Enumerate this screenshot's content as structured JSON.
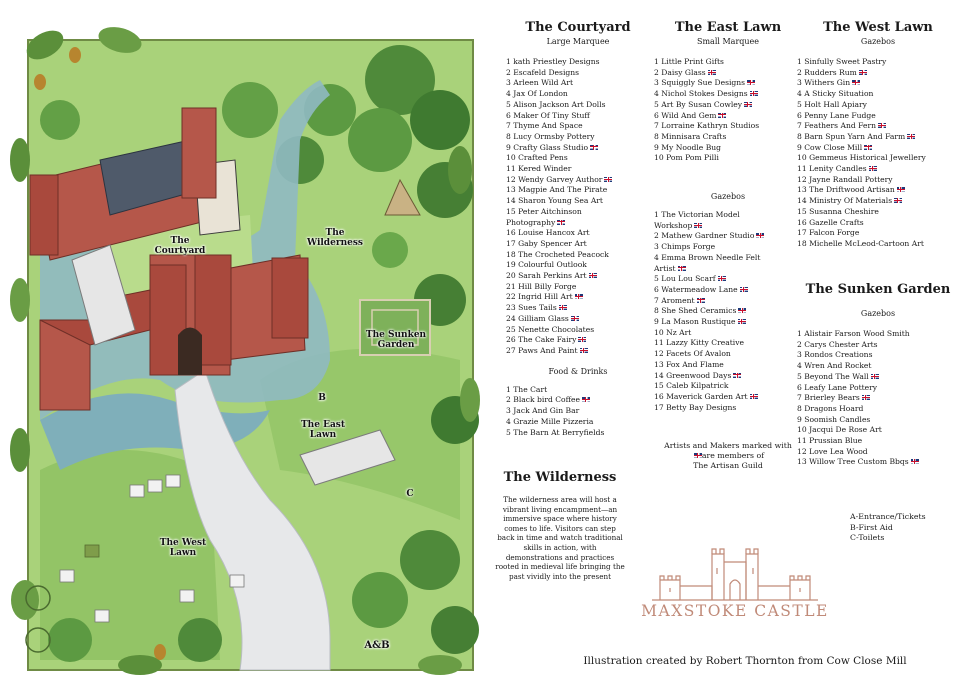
{
  "map": {
    "labels": {
      "courtyard": "The Courtyard",
      "wilderness": "The Wilderness",
      "sunken": "The Sunken Garden",
      "east": "The East Lawn",
      "west": "The West Lawn",
      "marker_b": "B",
      "marker_c": "C",
      "signature": "A&B"
    }
  },
  "courtyard": {
    "title": "The Courtyard",
    "subtitle": "Large Marquee",
    "items": [
      {
        "text": "1 kath Priestley Designs",
        "flag": false
      },
      {
        "text": "2 Escafeld Designs",
        "flag": false
      },
      {
        "text": "3 Arleen Wild Art",
        "flag": false
      },
      {
        "text": "4 Jax Of London",
        "flag": false
      },
      {
        "text": "5 Alison Jackson Art Dolls",
        "flag": false
      },
      {
        "text": "6 Maker Of Tiny Stuff",
        "flag": false
      },
      {
        "text": "7 Thyme And Space",
        "flag": false
      },
      {
        "text": "8 Lucy Ormsby Pottery",
        "flag": false
      },
      {
        "text": "9 Crafty Glass Studio",
        "flag": true
      },
      {
        "text": "10 Crafted Pens",
        "flag": false
      },
      {
        "text": "11 Kered Winder",
        "flag": false
      },
      {
        "text": "12 Wendy Garvey Author",
        "flag": true
      },
      {
        "text": "13 Magpie And The Pirate",
        "flag": false
      },
      {
        "text": "14 Sharon Young Sea Art",
        "flag": false
      },
      {
        "text": "15 Peter Aitchinson",
        "flag": false
      },
      {
        "text": "Photography",
        "flag": true
      },
      {
        "text": "16 Louise Hancox Art",
        "flag": false
      },
      {
        "text": "17 Gaby Spencer Art",
        "flag": false
      },
      {
        "text": "18 The Crocheted Peacock",
        "flag": false
      },
      {
        "text": "19 Colourful Outlook",
        "flag": false
      },
      {
        "text": "20 Sarah Perkins Art",
        "flag": true
      },
      {
        "text": "21 Hill Billy Forge",
        "flag": false
      },
      {
        "text": "22 Ingrid Hill Art",
        "flag": true
      },
      {
        "text": "23 Sues Tails",
        "flag": true
      },
      {
        "text": "24 Gilliam Glass",
        "flag": true
      },
      {
        "text": "25 Nenette Chocolates",
        "flag": false
      },
      {
        "text": "26 The Cake Fairy",
        "flag": true
      },
      {
        "text": "27 Paws And Paint",
        "flag": true
      }
    ],
    "food_heading": "Food & Drinks",
    "food_items": [
      {
        "text": "1 The Cart",
        "flag": false
      },
      {
        "text": "2 Black bird Coffee",
        "flag": true
      },
      {
        "text": "3 Jack And Gin Bar",
        "flag": false
      },
      {
        "text": "4 Grazie Mille Pizzeria",
        "flag": false
      },
      {
        "text": "5 The Barn At Berryfields",
        "flag": false
      }
    ]
  },
  "wilderness": {
    "title": "The Wilderness",
    "description": "The wilderness area will host a vibrant living encampment—an immersive space where history comes to life. Visitors can step back in time and watch traditional skills in action, with demonstrations and practices rooted in medieval life bringing the past vividly into the present"
  },
  "east_lawn": {
    "title": "The East Lawn",
    "subtitle": "Small Marquee",
    "items": [
      {
        "text": "1 Little Print Gifts",
        "flag": false
      },
      {
        "text": "2 Daisy Glass",
        "flag": true
      },
      {
        "text": "3 Squiggly Sue Designs",
        "flag": true
      },
      {
        "text": "4 Nichol Stokes Designs",
        "flag": true
      },
      {
        "text": "5 Art By Susan Cowley",
        "flag": true
      },
      {
        "text": "6 Wild And Gem",
        "flag": true
      },
      {
        "text": "7 Lorraine Kathryn Studios",
        "flag": false
      },
      {
        "text": "8 Minnisara Crafts",
        "flag": false
      },
      {
        "text": "9 My Noodle Bug",
        "flag": false
      },
      {
        "text": "10 Pom Pom Pilli",
        "flag": false
      }
    ],
    "gazebos_heading": "Gazebos",
    "gazebo_items": [
      {
        "text": "1 The Victorian Model",
        "flag": false
      },
      {
        "text": "Workshop",
        "flag": true
      },
      {
        "text": "2 Mathew Gardner Studio",
        "flag": true
      },
      {
        "text": "3 Chimps Forge",
        "flag": false
      },
      {
        "text": "4 Emma Brown Needle Felt",
        "flag": false
      },
      {
        "text": "Artist",
        "flag": true
      },
      {
        "text": "5 Lou Lou Scarf",
        "flag": true
      },
      {
        "text": "6 Watermeadow Lane",
        "flag": true
      },
      {
        "text": "7 Aroment",
        "flag": true
      },
      {
        "text": "8 She Shed Ceramics",
        "flag": true
      },
      {
        "text": "9 La Mason Rustique",
        "flag": true
      },
      {
        "text": "10 Nz Art",
        "flag": false
      },
      {
        "text": "11 Lazzy Kitty Creative",
        "flag": false
      },
      {
        "text": "12 Facets Of Avalon",
        "flag": false
      },
      {
        "text": "13 Fox And Flame",
        "flag": false
      },
      {
        "text": "14 Greenwood Days",
        "flag": true
      },
      {
        "text": "15 Caleb Kilpatrick",
        "flag": false
      },
      {
        "text": "16 Maverick Garden Art",
        "flag": true
      },
      {
        "text": "17 Betty Bay Designs",
        "flag": false
      }
    ],
    "artisan_note_1": "Artists and Makers marked with",
    "artisan_note_2": "are members of",
    "artisan_note_3": "The Artisan Guild"
  },
  "west_lawn": {
    "title": "The West Lawn",
    "subtitle": "Gazebos",
    "items": [
      {
        "text": "1 Sinfully Sweet Pastry",
        "flag": false
      },
      {
        "text": "2 Rudders Rum",
        "flag": true
      },
      {
        "text": "3 Withers Gin",
        "flag": true
      },
      {
        "text": "4 A Sticky Situation",
        "flag": false
      },
      {
        "text": "5 Holt Hall Apiary",
        "flag": false
      },
      {
        "text": "6 Penny Lane Fudge",
        "flag": false
      },
      {
        "text": "7 Feathers And Fern",
        "flag": true
      },
      {
        "text": "8 Barn Spun Yarn And Farm",
        "flag": true
      },
      {
        "text": "9 Cow Close Mill",
        "flag": true
      },
      {
        "text": "10 Gemmeus Historical Jewellery",
        "flag": false
      },
      {
        "text": "11 Lenity Candles",
        "flag": true
      },
      {
        "text": "12 Jayne Randall Pottery",
        "flag": false
      },
      {
        "text": "13 The Driftwood Artisan",
        "flag": true
      },
      {
        "text": "14 Ministry Of Materials",
        "flag": true
      },
      {
        "text": "15 Susanna Cheshire",
        "flag": false
      },
      {
        "text": "16 Gazelle Crafts",
        "flag": false
      },
      {
        "text": "17 Falcon Forge",
        "flag": false
      },
      {
        "text": "18 Michelle McLeod-Cartoon Art",
        "flag": false
      }
    ]
  },
  "sunken_garden": {
    "title": "The Sunken Garden",
    "subtitle": "Gazebos",
    "items": [
      {
        "text": "1 Alistair Farson Wood Smith",
        "flag": false
      },
      {
        "text": "2 Carys Chester Arts",
        "flag": false
      },
      {
        "text": "3 Rondos Creations",
        "flag": false
      },
      {
        "text": "4 Wren And Rocket",
        "flag": false
      },
      {
        "text": "5 Beyond The Wall",
        "flag": true
      },
      {
        "text": "6 Leafy Lane Pottery",
        "flag": false
      },
      {
        "text": "7 Brierley Bears",
        "flag": true
      },
      {
        "text": "8 Dragons Hoard",
        "flag": false
      },
      {
        "text": "9 Soomish Candles",
        "flag": false
      },
      {
        "text": "10 Jacqui De Rose Art",
        "flag": false
      },
      {
        "text": "11 Prussian Blue",
        "flag": false
      },
      {
        "text": "12 Love Lea Wood",
        "flag": false
      },
      {
        "text": "13 Willow Tree Custom Bbqs",
        "flag": true
      }
    ]
  },
  "keys": [
    "A-Entrance/Tickets",
    "B-First Aid",
    "C-Toilets"
  ],
  "logo_text": "MAXSTOKE CASTLE",
  "credit": "Illustration created by Robert Thornton from Cow Close Mill",
  "colors": {
    "flag_blue": "#1f3a7a",
    "flag_red": "#c8102e",
    "logo": "#c08a78",
    "brick": "#b5574a",
    "grass": "#9cc96a"
  }
}
